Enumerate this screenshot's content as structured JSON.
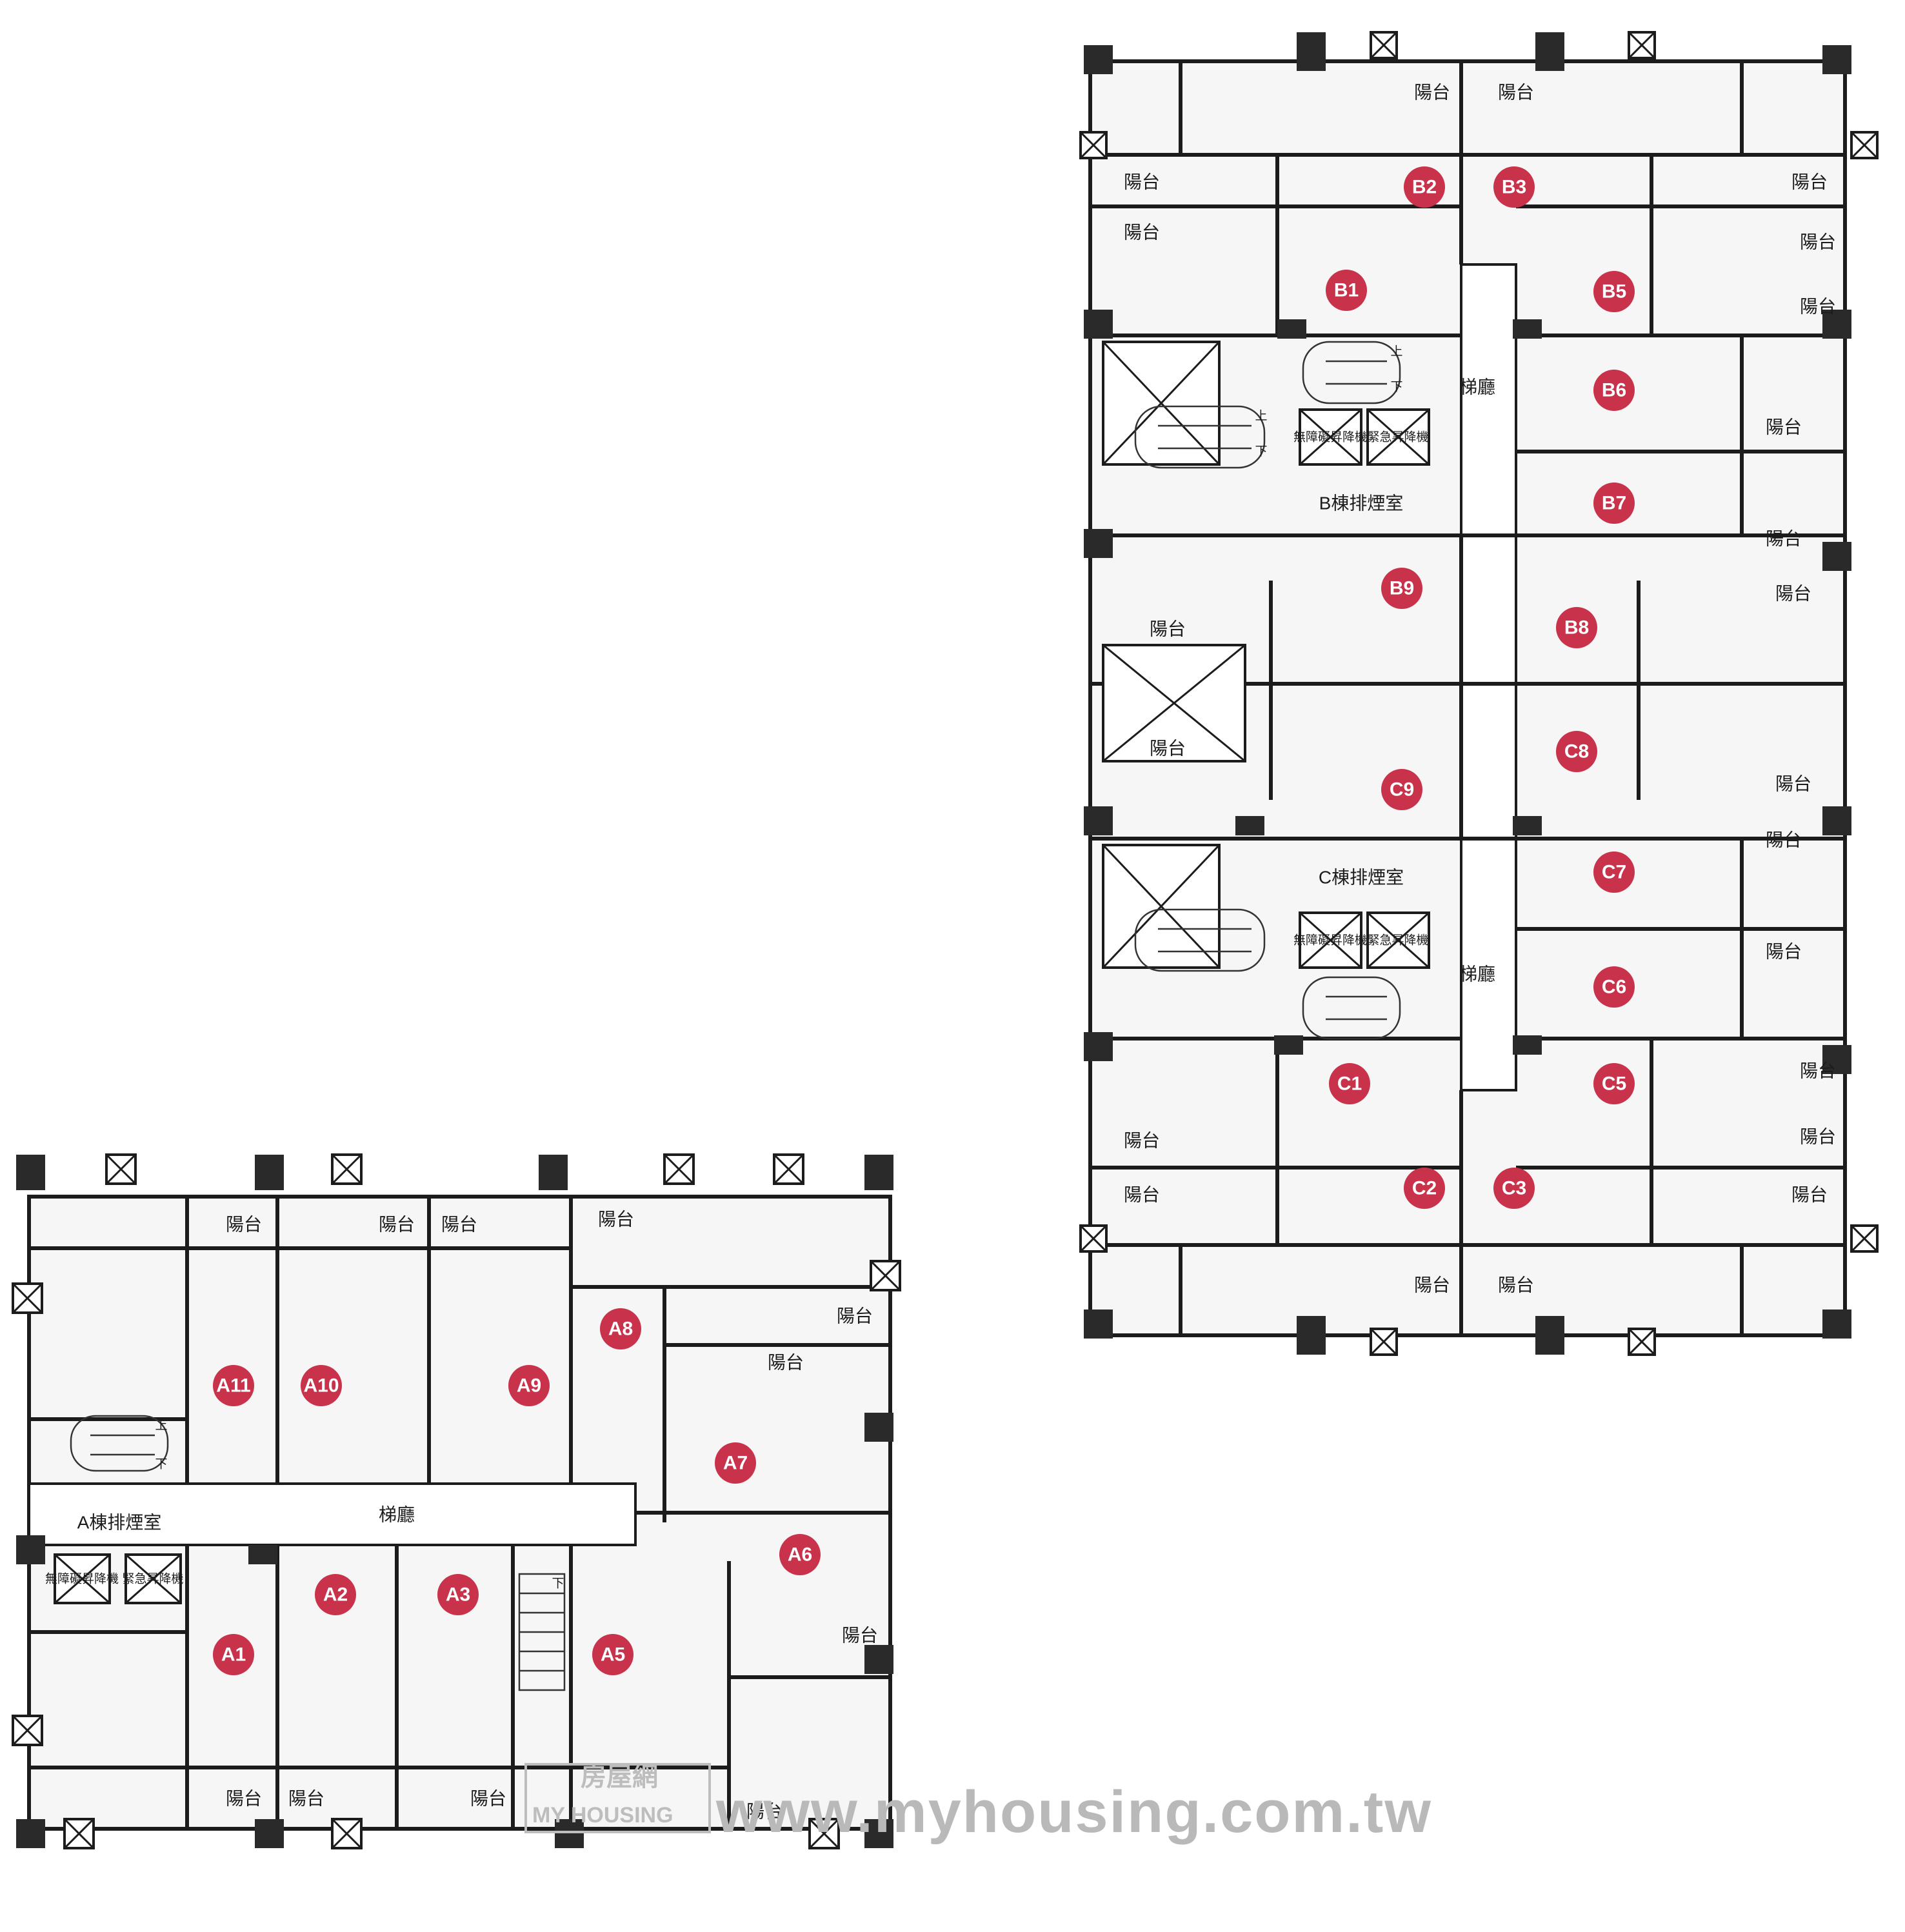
{
  "units": {
    "building_b": [
      "B1",
      "B2",
      "B3",
      "B5",
      "B6",
      "B7",
      "B8",
      "B9"
    ],
    "building_c": [
      "C1",
      "C2",
      "C3",
      "C5",
      "C6",
      "C7",
      "C8",
      "C9"
    ],
    "building_a": [
      "A1",
      "A2",
      "A3",
      "A5",
      "A6",
      "A7",
      "A8",
      "A9",
      "A10",
      "A11"
    ]
  },
  "labels": {
    "balcony": "陽台",
    "lobby": "梯廳",
    "b_smoke_room": "B棟排煙室",
    "c_smoke_room": "C棟排煙室",
    "a_smoke_room": "A棟排煙室",
    "accessible_elevator": "無障礙昇降機",
    "emergency_elevator": "緊急昇降機",
    "up": "上",
    "down": "下"
  },
  "watermark": {
    "site": "www.myhousing.com.tw",
    "brand_en": "MY HOUSING",
    "brand_zh": "房屋網"
  },
  "colors": {
    "badge": "#c8324a",
    "room_fill": "#f7f6f6",
    "wall": "#1c1c1c",
    "watermark": "#bdbdbd"
  }
}
